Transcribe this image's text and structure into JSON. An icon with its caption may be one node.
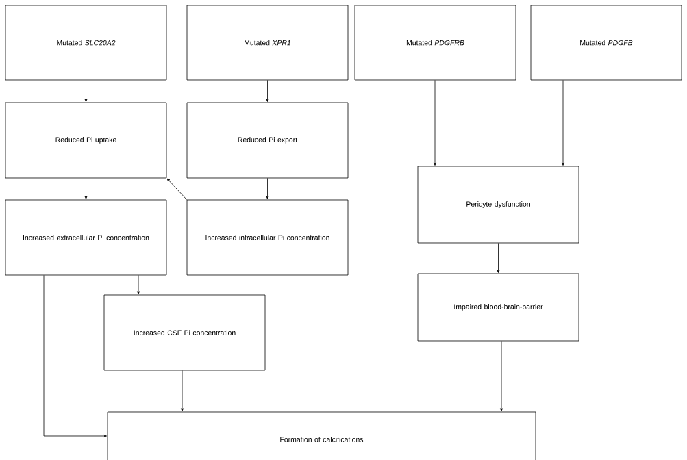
{
  "diagram": {
    "nodes": [
      {
        "text": [
          "Mutated *SLC20A2*"
        ]
      },
      {
        "text": [
          "Mutated *XPR1*"
        ]
      },
      {
        "text": [
          "Mutated *PDGFRB*"
        ]
      },
      {
        "text": [
          "Mutated *PDGFB*"
        ]
      },
      {
        "text": [
          "Reduced Pi uptake"
        ]
      },
      {
        "text": [
          "Reduced Pi export"
        ]
      },
      {
        "text": [
          "Pericyte dysfunction"
        ]
      },
      {
        "text": [
          "Increased extracellular Pi concentration"
        ]
      },
      {
        "text": [
          "Increased intracellular Pi concentration"
        ]
      },
      {
        "text": [
          "Increased CSF Pi concentration"
        ]
      },
      {
        "text": [
          "Impaired blood-brain-barrier"
        ]
      },
      {
        "text": [
          "Formation of calcifications"
        ]
      }
    ],
    "edges": [
      {
        "from": 0,
        "to": 4,
        "arrow": "to"
      },
      {
        "from": 1,
        "to": 5,
        "arrow": "to"
      },
      {
        "from": 2,
        "to": 6,
        "arrow": "to"
      },
      {
        "from": 3,
        "to": 6,
        "arrow": "to"
      },
      {
        "from": 4,
        "to": 7,
        "arrow": "to"
      },
      {
        "from": 5,
        "to": 8,
        "arrow": "to"
      },
      {
        "from": 8,
        "to": 4,
        "arrow": "to"
      },
      {
        "from": 7,
        "to": 9,
        "arrow": "to"
      },
      {
        "from": 7,
        "to": 11,
        "arrow": "to"
      },
      {
        "from": 9,
        "to": 11,
        "arrow": "to"
      },
      {
        "from": 6,
        "to": 10,
        "arrow": "to"
      },
      {
        "from": 10,
        "to": 11,
        "arrow": "to"
      }
    ]
  }
}
